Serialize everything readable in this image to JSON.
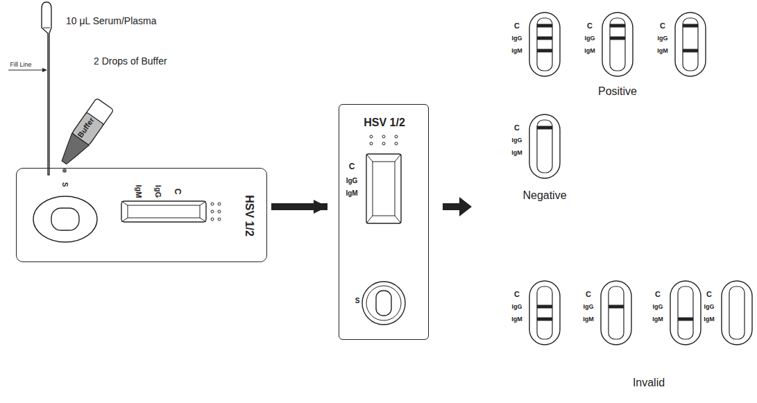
{
  "diagram": {
    "nodes": [
      {
        "text": [
          "HSV 1/2"
        ]
      },
      {
        "text": [
          "HSV 1/2"
        ]
      }
    ],
    "edges": [
      {
        "from": 0,
        "to": 1,
        "arrow": "to"
      }
    ],
    "labels": [
      "10 μL Serum/Plasma",
      "Fill Line",
      "2 Drops of Buffer",
      "Buffer",
      "S",
      "IgM",
      "IgG",
      "C",
      "C",
      "IgG",
      "IgM",
      "S",
      "C",
      "IgG",
      "IgM",
      "C",
      "IgG",
      "IgM",
      "C",
      "IgG",
      "IgM",
      "Positive",
      "C",
      "IgG",
      "IgM",
      "Negative",
      "C",
      "IgG",
      "IgM",
      "C",
      "IgG",
      "IgM",
      "C",
      "IgG",
      "IgM",
      "C",
      "IgG",
      "IgM",
      "Invalid"
    ]
  }
}
